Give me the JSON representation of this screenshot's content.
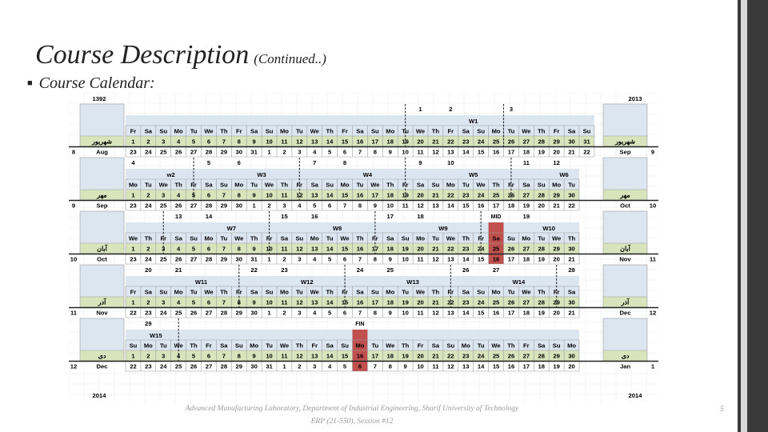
{
  "slide": {
    "title": "Course Description",
    "title_suffix": "(Continued..)",
    "bullet": "Course Calendar:",
    "footer_line1": "Advanced Manufacturing Laboratory, Department of Industrial Engineering, Sharif University of Technology",
    "footer_line2": "ERP (21-550), Session #12",
    "page_number": "5"
  },
  "calendar": {
    "year_top_left": "1392",
    "year_top_right": "2013",
    "year_bottom_left": "2014",
    "year_bottom_right": "2014",
    "colors": {
      "header": "#dce6f1",
      "persian": "#d8e4bc",
      "grid": "#9e9e9e",
      "highlight": "#c0504d"
    },
    "blocks": [
      {
        "annotations": [
          {
            "text": "1",
            "col": 19
          },
          {
            "text": "2",
            "col": 21
          },
          {
            "text": "3",
            "col": 25
          }
        ],
        "week_labels": [
          {
            "text": "W1",
            "col": 22.5
          }
        ],
        "days": [
          "Fr",
          "Sa",
          "Su",
          "Mo",
          "Tu",
          "We",
          "Th",
          "Fr",
          "Sa",
          "Su",
          "Mo",
          "Tu",
          "We",
          "Th",
          "Fr",
          "Sa",
          "Su",
          "Mo",
          "Tu",
          "We",
          "Th",
          "Fr",
          "Sa",
          "Su",
          "Mo",
          "Tu",
          "We",
          "Th",
          "Fr",
          "Sa",
          "Su"
        ],
        "persian": [
          "1",
          "2",
          "3",
          "4",
          "5",
          "6",
          "7",
          "8",
          "9",
          "10",
          "11",
          "12",
          "13",
          "14",
          "15",
          "16",
          "17",
          "18",
          "19",
          "20",
          "21",
          "22",
          "23",
          "24",
          "25",
          "26",
          "27",
          "28",
          "29",
          "30",
          "31"
        ],
        "greg": [
          "23",
          "24",
          "25",
          "26",
          "27",
          "28",
          "29",
          "30",
          "31",
          "1",
          "2",
          "3",
          "4",
          "5",
          "6",
          "7",
          "8",
          "9",
          "10",
          "11",
          "12",
          "13",
          "14",
          "15",
          "16",
          "17",
          "18",
          "19",
          "20",
          "21",
          "22"
        ],
        "dividers": [
          18.5,
          25
        ],
        "left_month_fa": "شهریور",
        "left_month_en": "Aug",
        "left_num": "8",
        "right_month_fa": "شهریور",
        "right_month_en": "Sep",
        "right_num": "9",
        "highlight": null
      },
      {
        "annotations": [
          {
            "text": "4",
            "col": 0
          },
          {
            "text": "5",
            "col": 5
          },
          {
            "text": "6",
            "col": 7
          },
          {
            "text": "7",
            "col": 12
          },
          {
            "text": "8",
            "col": 14
          },
          {
            "text": "9",
            "col": 19
          },
          {
            "text": "10",
            "col": 21
          },
          {
            "text": "11",
            "col": 26
          },
          {
            "text": "12",
            "col": 28
          }
        ],
        "week_labels": [
          {
            "text": "w2",
            "col": 2.5
          },
          {
            "text": "W3",
            "col": 8.5
          },
          {
            "text": "W4",
            "col": 15.5
          },
          {
            "text": "W5",
            "col": 22.5
          },
          {
            "text": "W6",
            "col": 28.5
          }
        ],
        "days": [
          "Mo",
          "Tu",
          "We",
          "Th",
          "Fr",
          "Sa",
          "Su",
          "Mo",
          "Tu",
          "We",
          "Th",
          "Fr",
          "Sa",
          "Su",
          "Mo",
          "Tu",
          "We",
          "Th",
          "Fr",
          "Sa",
          "Su",
          "Mo",
          "Tu",
          "We",
          "Th",
          "Fr",
          "Sa",
          "Su",
          "Mo",
          "Tu"
        ],
        "persian": [
          "1",
          "2",
          "3",
          "4",
          "5",
          "6",
          "7",
          "8",
          "9",
          "10",
          "11",
          "12",
          "13",
          "14",
          "15",
          "16",
          "17",
          "18",
          "19",
          "20",
          "21",
          "22",
          "23",
          "24",
          "25",
          "26",
          "27",
          "28",
          "29",
          "30"
        ],
        "greg": [
          "23",
          "24",
          "25",
          "26",
          "27",
          "28",
          "29",
          "30",
          "1",
          "2",
          "3",
          "4",
          "5",
          "6",
          "7",
          "8",
          "9",
          "10",
          "11",
          "12",
          "13",
          "14",
          "15",
          "16",
          "17",
          "18",
          "19",
          "20",
          "21",
          "22"
        ],
        "dividers": [
          4.5,
          11.5,
          18.5,
          25.5
        ],
        "left_month_fa": "مهر",
        "left_month_en": "Sep",
        "left_num": "9",
        "right_month_fa": "مهر",
        "right_month_en": "Oct",
        "right_num": "10",
        "highlight": null
      },
      {
        "annotations": [
          {
            "text": "13",
            "col": 3
          },
          {
            "text": "14",
            "col": 5
          },
          {
            "text": "15",
            "col": 10
          },
          {
            "text": "16",
            "col": 12
          },
          {
            "text": "17",
            "col": 17
          },
          {
            "text": "18",
            "col": 19
          },
          {
            "text": "MID",
            "col": 24,
            "box": true
          },
          {
            "text": "19",
            "col": 26
          }
        ],
        "week_labels": [
          {
            "text": "W7",
            "col": 6.5
          },
          {
            "text": "W8",
            "col": 13.5
          },
          {
            "text": "W9",
            "col": 20.5
          },
          {
            "text": "W10",
            "col": 27.5
          }
        ],
        "days": [
          "We",
          "Th",
          "Fr",
          "Sa",
          "Su",
          "Mo",
          "Tu",
          "We",
          "Th",
          "Fr",
          "Sa",
          "Su",
          "Mo",
          "Tu",
          "We",
          "Th",
          "Fr",
          "Sa",
          "Su",
          "Mo",
          "Tu",
          "We",
          "Th",
          "Fr",
          "Sa",
          "Su",
          "Mo",
          "Tu",
          "We",
          "Th"
        ],
        "persian": [
          "1",
          "2",
          "3",
          "4",
          "5",
          "6",
          "7",
          "8",
          "9",
          "10",
          "11",
          "12",
          "13",
          "14",
          "15",
          "16",
          "17",
          "18",
          "19",
          "20",
          "21",
          "22",
          "23",
          "24",
          "25",
          "26",
          "27",
          "28",
          "29",
          "30"
        ],
        "greg": [
          "23",
          "24",
          "25",
          "26",
          "27",
          "28",
          "29",
          "30",
          "31",
          "1",
          "2",
          "3",
          "4",
          "5",
          "6",
          "7",
          "8",
          "9",
          "10",
          "11",
          "12",
          "13",
          "14",
          "15",
          "16",
          "17",
          "18",
          "19",
          "20",
          "21"
        ],
        "dividers": [
          2.5,
          9.5,
          16.5,
          23.5
        ],
        "left_month_fa": "آبان",
        "left_month_en": "Oct",
        "left_num": "10",
        "right_month_fa": "آبان",
        "right_month_en": "Nov",
        "right_num": "11",
        "highlight": 24
      },
      {
        "annotations": [
          {
            "text": "20",
            "col": 1
          },
          {
            "text": "21",
            "col": 3
          },
          {
            "text": "22",
            "col": 8
          },
          {
            "text": "23",
            "col": 10
          },
          {
            "text": "24",
            "col": 15
          },
          {
            "text": "25",
            "col": 17
          },
          {
            "text": "26",
            "col": 22
          },
          {
            "text": "27",
            "col": 24
          },
          {
            "text": "28",
            "col": 29
          }
        ],
        "week_labels": [
          {
            "text": "W11",
            "col": 4.5
          },
          {
            "text": "W12",
            "col": 11.5
          },
          {
            "text": "W13",
            "col": 18.5
          },
          {
            "text": "W14",
            "col": 25.5
          }
        ],
        "days": [
          "Fr",
          "Sa",
          "Su",
          "Mo",
          "Tu",
          "We",
          "Th",
          "Fr",
          "Sa",
          "Su",
          "Mo",
          "Tu",
          "We",
          "Th",
          "Fr",
          "Sa",
          "Su",
          "Mo",
          "Tu",
          "We",
          "Th",
          "Fr",
          "Sa",
          "Su",
          "Mo",
          "Tu",
          "We",
          "Th",
          "Fr",
          "Sa"
        ],
        "persian": [
          "1",
          "2",
          "3",
          "4",
          "5",
          "6",
          "7",
          "8",
          "9",
          "10",
          "11",
          "12",
          "13",
          "14",
          "15",
          "16",
          "17",
          "18",
          "19",
          "20",
          "21",
          "22",
          "23",
          "24",
          "25",
          "26",
          "27",
          "28",
          "29",
          "30"
        ],
        "greg": [
          "22",
          "23",
          "24",
          "25",
          "26",
          "27",
          "28",
          "29",
          "30",
          "1",
          "2",
          "3",
          "4",
          "5",
          "6",
          "7",
          "8",
          "9",
          "10",
          "11",
          "12",
          "13",
          "14",
          "15",
          "16",
          "17",
          "18",
          "19",
          "20",
          "21"
        ],
        "dividers": [
          7.5,
          14.5,
          21.5,
          28.5
        ],
        "left_month_fa": "آذر",
        "left_month_en": "Nov",
        "left_num": "11",
        "right_month_fa": "آذر",
        "right_month_en": "Dec",
        "right_num": "12",
        "highlight": null
      },
      {
        "annotations": [
          {
            "text": "29",
            "col": 1
          },
          {
            "text": "FIN",
            "col": 15,
            "box": true
          }
        ],
        "week_labels": [
          {
            "text": "W15",
            "col": 1.5
          }
        ],
        "days": [
          "Su",
          "Mo",
          "Tu",
          "We",
          "Th",
          "Fr",
          "Sa",
          "Su",
          "Mo",
          "Tu",
          "We",
          "Th",
          "Fr",
          "Sa",
          "Su",
          "Mo",
          "Tu",
          "We",
          "Th",
          "Fr",
          "Sa",
          "Su",
          "Mo",
          "Tu",
          "We",
          "Th",
          "Fr",
          "Sa",
          "Su",
          "Mo"
        ],
        "persian": [
          "1",
          "2",
          "3",
          "4",
          "5",
          "6",
          "7",
          "8",
          "9",
          "10",
          "11",
          "12",
          "13",
          "14",
          "15",
          "16",
          "17",
          "18",
          "19",
          "20",
          "21",
          "22",
          "23",
          "24",
          "25",
          "26",
          "27",
          "28",
          "29",
          "30"
        ],
        "greg": [
          "22",
          "23",
          "24",
          "25",
          "26",
          "27",
          "28",
          "29",
          "30",
          "31",
          "1",
          "2",
          "3",
          "4",
          "5",
          "6",
          "7",
          "8",
          "9",
          "10",
          "11",
          "12",
          "13",
          "14",
          "15",
          "16",
          "17",
          "18",
          "19",
          "20"
        ],
        "dividers": [
          3.5
        ],
        "left_month_fa": "دی",
        "left_month_en": "Dec",
        "left_num": "12",
        "right_month_fa": "دی",
        "right_month_en": "Jan",
        "right_num": "1",
        "highlight": 15
      }
    ]
  }
}
